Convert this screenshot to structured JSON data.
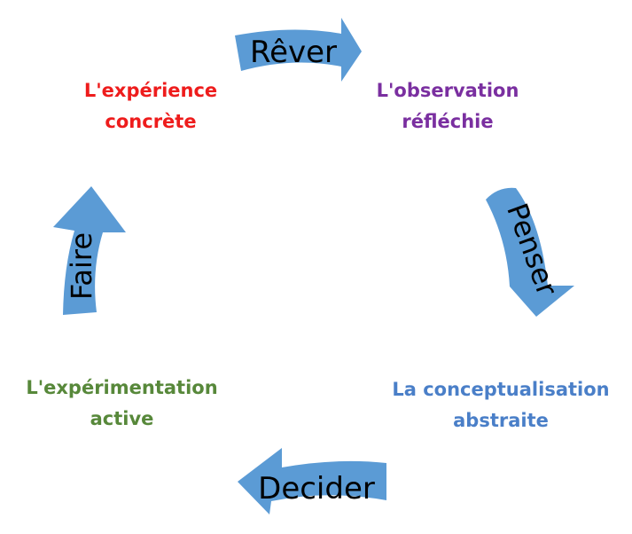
{
  "colors": {
    "arrow": "#5b9bd5",
    "concrete": "#ee1c1c",
    "reflective": "#7a2fa0",
    "abstract": "#4a7fc8",
    "active": "#57883a",
    "arrow_text": "#000000"
  },
  "cycle": {
    "stages": [
      {
        "line1": "L'expérience",
        "line2": "concrète"
      },
      {
        "line1": "L'observation",
        "line2": "réfléchie"
      },
      {
        "line1": "La conceptualisation",
        "line2": "abstraite"
      },
      {
        "line1": "L'expérimentation",
        "line2": "active"
      }
    ],
    "transitions": {
      "top": "Rêver",
      "right": "Penser",
      "bottom": "Decider",
      "left": "Faire"
    }
  }
}
